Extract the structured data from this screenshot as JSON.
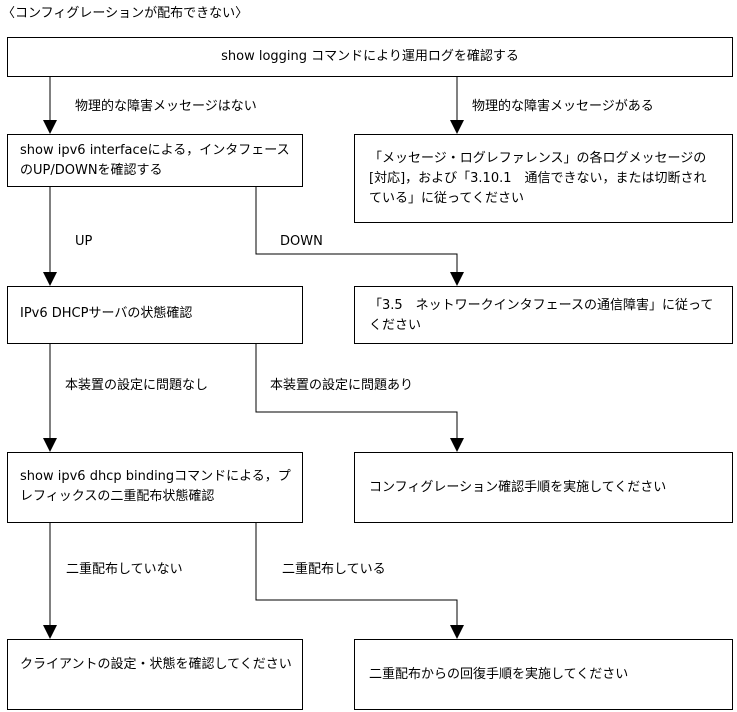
{
  "title": "〈コンフィグレーションが配布できない〉",
  "boxes": {
    "start": "show logging コマンドにより運用ログを確認する",
    "check_if": "show ipv6 interfaceによる，インタフェースのUP/DOWNを確認する",
    "log_ref": "「メッセージ・ログレファレンス」の各ログメッセージの[対応]，および「3.10.1　通信できない，または切断されている」に従ってください",
    "if_fault": "「3.5　ネットワークインタフェースの通信障害」に従ってください",
    "dhcp_state": "IPv6 DHCPサーバの状態確認",
    "config_check": "コンフィグレーション確認手順を実施してください",
    "binding": "show ipv6 dhcp bindingコマンドによる，プレフィックスの二重配布状態確認",
    "client_check": "クライアントの設定・状態を確認してください",
    "recovery": "二重配布からの回復手順を実施してください"
  },
  "labels": {
    "no_fault": "物理的な障害メッセージはない",
    "fault": "物理的な障害メッセージがある",
    "up": "UP",
    "down": "DOWN",
    "config_ok": "本装置の設定に問題なし",
    "config_ng": "本装置の設定に問題あり",
    "no_dup": "二重配布していない",
    "dup": "二重配布している"
  }
}
